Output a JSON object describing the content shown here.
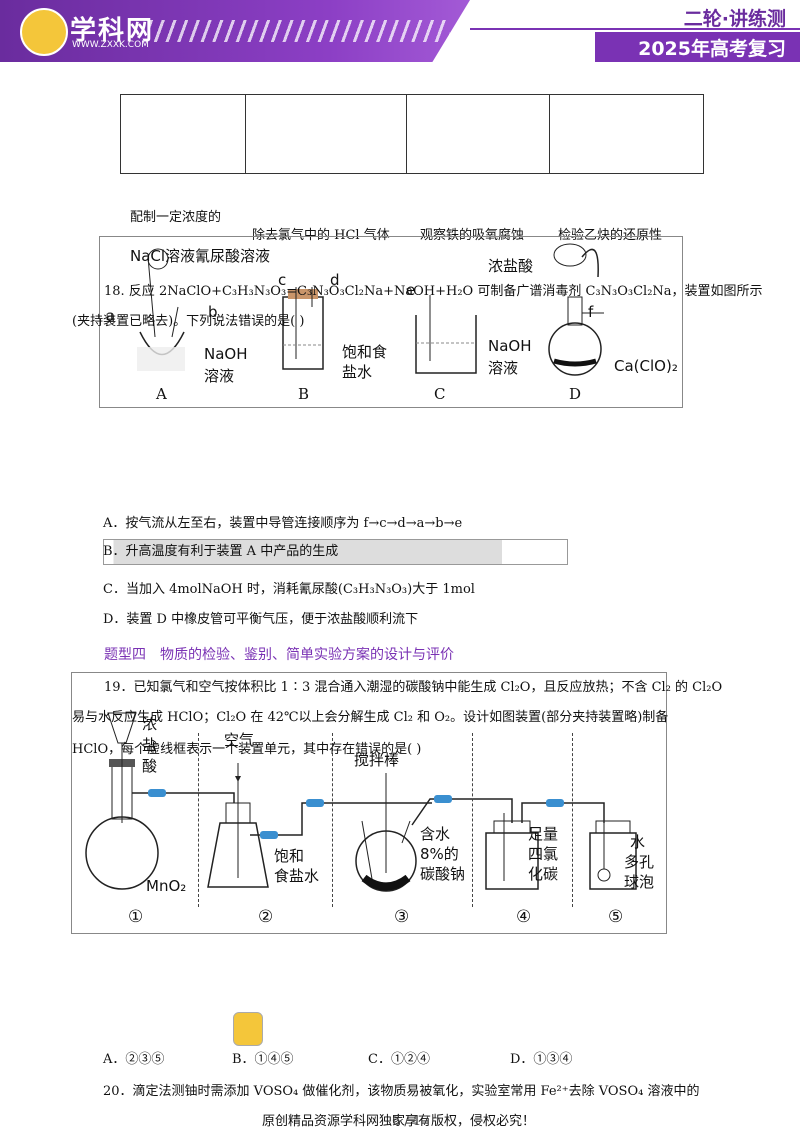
{
  "header": {
    "logo_name": "学科网",
    "logo_url_text": "WWW.ZXXK.COM",
    "series": "二轮·讲练测",
    "year_title": "2025年高考复习"
  },
  "table_labels": {
    "col1": "配制一定浓度的",
    "col2": "除去氯气中的 HCl 气体",
    "col3": "观察铁的吸氧腐蚀",
    "col4": "检验乙炔的还原性"
  },
  "q18": {
    "stem1": "18. 反应 2NaClO+C₃H₃N₃O₃=C₃N₃O₃Cl₂Na+NaOH+H₂O 可制备广谱消毒剂 C₃N₃O₃Cl₂Na，装置如图所示",
    "stem2": "(夹持装置已略去)。下列说法错误的是(    )",
    "fig": {
      "a_top": "NaCl溶液氰尿酸溶液",
      "a_bottom1": "NaOH",
      "a_bottom2": "溶液",
      "port_a": "a",
      "port_b": "b",
      "port_c": "c",
      "port_d": "d",
      "port_e": "e",
      "port_f": "f",
      "b_label1": "饱和食",
      "b_label2": "盐水",
      "c_label1": "NaOH",
      "c_label2": "溶液",
      "d_top": "浓盐酸",
      "d_bottom": "Ca(ClO)₂",
      "panel_A": "A",
      "panel_B": "B",
      "panel_C": "C",
      "panel_D": "D"
    },
    "options": {
      "A": "A．按气流从左至右，装置中导管连接顺序为 f→c→d→a→b→e",
      "B": "B．升高温度有利于装置 A 中产品的生成",
      "C": "C．当加入 4molNaOH 时，消耗氰尿酸(C₃H₃N₃O₃)大于 1mol",
      "D": "D．装置 D 中橡皮管可平衡气压，便于浓盐酸顺利流下"
    }
  },
  "section_title": "题型四　物质的检验、鉴别、简单实验方案的设计与评价",
  "q19": {
    "stem1": "19．已知氯气和空气按体积比 1∶3 混合通入潮湿的碳酸钠中能生成 Cl₂O，且反应放热；不含 Cl₂ 的 Cl₂O",
    "stem2": "易与水反应生成 HClO；Cl₂O 在 42℃以上会分解生成 Cl₂ 和 O₂。设计如图装置(部分夹持装置略)制备",
    "stem3": "HClO，每个虚线框表示一个装置单元，其中存在错误的是(      )",
    "fig": {
      "u1_top": "浓盐酸",
      "u1_bottom": "MnO₂",
      "u2_top": "空气",
      "u2_label1": "饱和",
      "u2_label2": "食盐水",
      "u3_top": "搅拌棒",
      "u3_label1": "含水",
      "u3_label2": "8%的",
      "u3_label3": "碳酸钠",
      "u4_label1": "足量",
      "u4_label2": "四氯",
      "u4_label3": "化碳",
      "u5_label1": "水",
      "u5_label2": "多孔",
      "u5_label3": "球泡",
      "n1": "①",
      "n2": "②",
      "n3": "③",
      "n4": "④",
      "n5": "⑤"
    },
    "options": {
      "A": "A．②③⑤",
      "B": "B．①④⑤",
      "C": "C．①②④",
      "D": "D．①③④"
    }
  },
  "q20": {
    "stem": "20．滴定法测铀时需添加 VOSO₄ 做催化剂，该物质易被氧化，实验室常用 Fe²⁺去除 VOSO₄ 溶液中的"
  },
  "footer": "原创精品资源学科网独家享有版权，侵权必究！",
  "page_num": "6 / 17"
}
